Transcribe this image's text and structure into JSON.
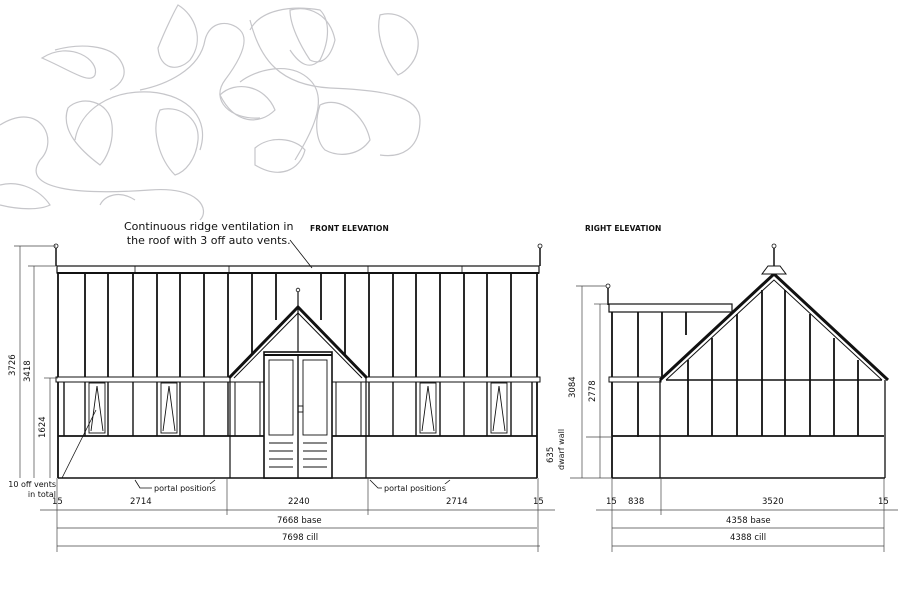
{
  "annotations": {
    "ridge_note_line1": "Continuous ridge ventilation in",
    "ridge_note_line2": "the roof with 3 off auto vents.",
    "vents_note_line1": "10 off vents",
    "vents_note_line2": "in total",
    "portal_left": "portal positions",
    "portal_right": "portal positions"
  },
  "front_elevation": {
    "title": "FRONT ELEVATION",
    "heights": {
      "overall": "3726",
      "eaves": "3418",
      "lower": "1624"
    },
    "widths": {
      "left_offset": "15",
      "left_section": "2714",
      "centre_porch": "2240",
      "right_section": "2714",
      "right_offset": "15",
      "base": "7668 base",
      "cill": "7698 cill"
    }
  },
  "right_elevation": {
    "title": "RIGHT ELEVATION",
    "heights": {
      "overall": "3084",
      "eaves": "2778",
      "dwarf_wall": "635",
      "dwarf_wall_label": "dwarf wall"
    },
    "widths": {
      "left_offset": "15",
      "lean_section": "838",
      "main_section": "3520",
      "right_offset": "15",
      "base": "4358 base",
      "cill": "4388 cill"
    }
  },
  "colors": {
    "line": "#111111",
    "dim_line": "#444444",
    "leaf": "#c4c4c8"
  }
}
